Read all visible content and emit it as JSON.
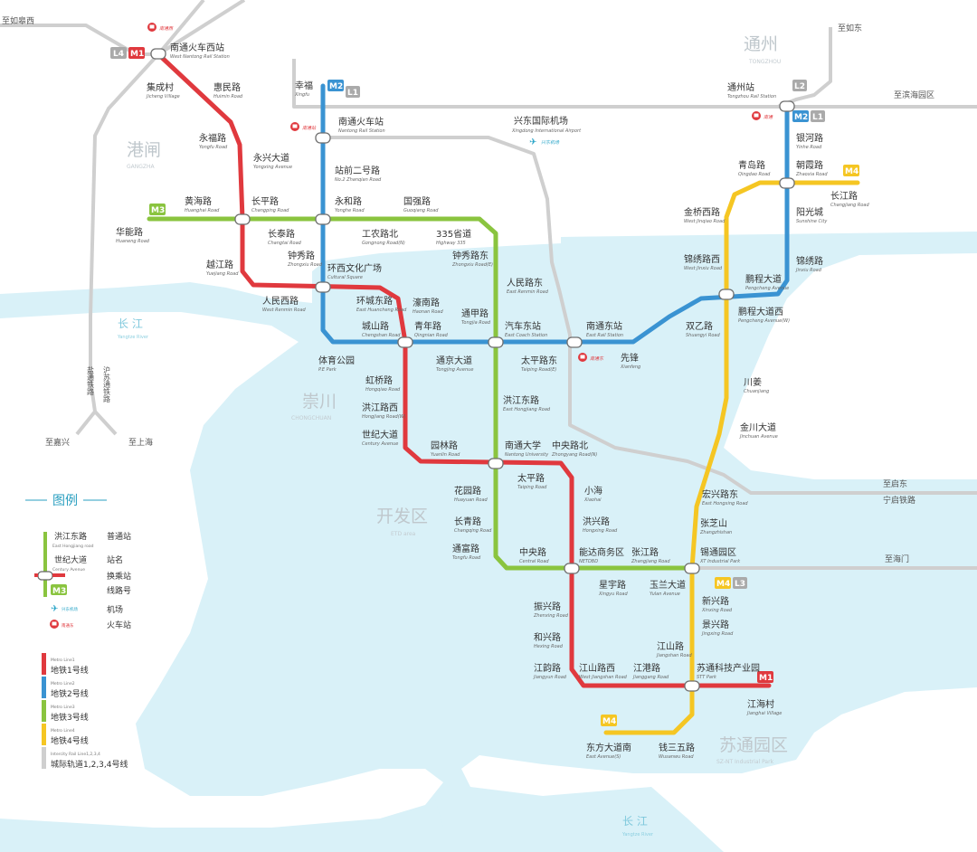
{
  "colors": {
    "line1": "#e0393e",
    "line2": "#3a93d2",
    "line3": "#8ac43f",
    "line4": "#f5c623",
    "intercity": "#cfcfcf",
    "water": "#d9f1f8",
    "river_text": "#7ec8dc"
  },
  "districts": [
    {
      "zh": "通州",
      "en": "TONGZHOU"
    },
    {
      "zh": "港闸",
      "en": "GANGZHA"
    },
    {
      "zh": "崇川",
      "en": "CHONGCHUAN"
    },
    {
      "zh": "开发区",
      "en": "ETD area"
    },
    {
      "zh": "苏通园区",
      "en": "SZ-NT Industrial Park"
    }
  ],
  "rivers": [
    {
      "zh": "长 江",
      "en": "Yangtze River"
    },
    {
      "zh": "长 江",
      "en": "Yangtze River"
    }
  ],
  "badges": {
    "l1": "M1",
    "l2": "M2",
    "l3": "M3",
    "l4": "M4",
    "i1": "L1",
    "i2": "L2",
    "i3": "L3",
    "i4": "L4"
  },
  "tails": [
    "至如皋西",
    "至如东",
    "至滨海园区",
    "至启东",
    "宁启铁路",
    "至海门",
    "至嘉兴",
    "至上海",
    "沪苏通铁路",
    "盐通铁路"
  ],
  "airport": {
    "zh": "兴东国际机场",
    "en": "Xingdong International Airport"
  },
  "mini_labels": [
    "南通西",
    "南通",
    "南通站",
    "兴东机场",
    "南通东"
  ],
  "stations": [
    {
      "zh": "南通火车西站",
      "en": "West Nantong Rail Station"
    },
    {
      "zh": "集成村",
      "en": "Jicheng Village"
    },
    {
      "zh": "惠民路",
      "en": "Huimin Road"
    },
    {
      "zh": "永福路",
      "en": "Yongfu Road"
    },
    {
      "zh": "永兴大道",
      "en": "Yongxing Avenue"
    },
    {
      "zh": "长平路",
      "en": "Changping Road"
    },
    {
      "zh": "越江路",
      "en": "Yuejiang Road"
    },
    {
      "zh": "人民西路",
      "en": "West Renmin Road"
    },
    {
      "zh": "幸福",
      "en": "Xingfu"
    },
    {
      "zh": "南通火车站",
      "en": "Nantong Rail Station"
    },
    {
      "zh": "站前二号路",
      "en": "No.2 Zhanqian Road"
    },
    {
      "zh": "永和路",
      "en": "Yonghe Road"
    },
    {
      "zh": "钟秀路",
      "en": "Zhongxiu Road"
    },
    {
      "zh": "环西文化广场",
      "en": "Cultural Square"
    },
    {
      "zh": "环城东路",
      "en": "East Huancheng Road"
    },
    {
      "zh": "城山路",
      "en": "Chengshan Road"
    },
    {
      "zh": "青年路",
      "en": "Qingnian Road"
    },
    {
      "zh": "濠南路",
      "en": "Haonan Road"
    },
    {
      "zh": "通甲路",
      "en": "Tongjia Road"
    },
    {
      "zh": "汽车东站",
      "en": "East Coach Station"
    },
    {
      "zh": "南通东站",
      "en": "East Rail Station"
    },
    {
      "zh": "先锋",
      "en": "Xianfeng"
    },
    {
      "zh": "双乙路",
      "en": "Shuangyi Road"
    },
    {
      "zh": "鹏程大道",
      "en": "Pengcheng Avenue"
    },
    {
      "zh": "鹏程大道西",
      "en": "Pengcheng Avenue(W)"
    },
    {
      "zh": "锦绣路西",
      "en": "West Jinxiu Road"
    },
    {
      "zh": "金桥西路",
      "en": "West Jinqiao Road"
    },
    {
      "zh": "青岛路",
      "en": "Qingdao Road"
    },
    {
      "zh": "朝霞路",
      "en": "Zhaoxia Road"
    },
    {
      "zh": "长江路",
      "en": "Changjiang Road"
    },
    {
      "zh": "阳光城",
      "en": "Sunshine City"
    },
    {
      "zh": "锦绣路",
      "en": "Jinxiu Road"
    },
    {
      "zh": "银河路",
      "en": "Yinhe Road"
    },
    {
      "zh": "通州站",
      "en": "Tongzhou Rail Station"
    },
    {
      "zh": "黄海路",
      "en": "Huanghai Road"
    },
    {
      "zh": "华能路",
      "en": "Huaneng Road"
    },
    {
      "zh": "长泰路",
      "en": "Changtai Road"
    },
    {
      "zh": "工农路北",
      "en": "Gongnong Road(N)"
    },
    {
      "zh": "国强路",
      "en": "Guoqiang Road"
    },
    {
      "zh": "335省道",
      "en": "Highway 335"
    },
    {
      "zh": "钟秀路东",
      "en": "Zhongxiu Road(E)"
    },
    {
      "zh": "人民路东",
      "en": "East Renmin Road"
    },
    {
      "zh": "体育公园",
      "en": "P.E Park"
    },
    {
      "zh": "通京大道",
      "en": "Tongjing Avenue"
    },
    {
      "zh": "太平路东",
      "en": "Taiping Road(E)"
    },
    {
      "zh": "虹桥路",
      "en": "Hongqiao Road"
    },
    {
      "zh": "洪江路西",
      "en": "Hongjiang Road(W)"
    },
    {
      "zh": "世纪大道",
      "en": "Century Avenue"
    },
    {
      "zh": "园林路",
      "en": "Yuanlin Road"
    },
    {
      "zh": "洪江东路",
      "en": "East Hongjiang Road"
    },
    {
      "zh": "南通大学",
      "en": "Nantong University"
    },
    {
      "zh": "中央路北",
      "en": "Zhongyang Road(N)"
    },
    {
      "zh": "太平路",
      "en": "Taiping Road"
    },
    {
      "zh": "花园路",
      "en": "Huayuan Road"
    },
    {
      "zh": "长青路",
      "en": "Changqing Road"
    },
    {
      "zh": "通富路",
      "en": "Tongfu Road"
    },
    {
      "zh": "中央路",
      "en": "Central Road"
    },
    {
      "zh": "小海",
      "en": "Xiaohai"
    },
    {
      "zh": "洪兴路",
      "en": "Hongxing Road"
    },
    {
      "zh": "能达商务区",
      "en": "NETDBD"
    },
    {
      "zh": "张江路",
      "en": "Zhangjiang Road"
    },
    {
      "zh": "星宇路",
      "en": "Xingyu Road"
    },
    {
      "zh": "玉兰大道",
      "en": "Yulan Avenue"
    },
    {
      "zh": "振兴路",
      "en": "Zhenxing Road"
    },
    {
      "zh": "和兴路",
      "en": "Hexing Road"
    },
    {
      "zh": "江韵路",
      "en": "Jiangyun Road"
    },
    {
      "zh": "江山路西",
      "en": "West Jiangshan Road"
    },
    {
      "zh": "江港路",
      "en": "Jianggang Road"
    },
    {
      "zh": "江山路",
      "en": "Jiangshan Road"
    },
    {
      "zh": "苏通科技产业园",
      "en": "STT Park"
    },
    {
      "zh": "江海村",
      "en": "Jianghai Village"
    },
    {
      "zh": "锡通园区",
      "en": "XT Industrial Park"
    },
    {
      "zh": "张芝山",
      "en": "Zhangzhishan"
    },
    {
      "zh": "宏兴路东",
      "en": "East Hongxing Road"
    },
    {
      "zh": "新兴路",
      "en": "Xinxing Road"
    },
    {
      "zh": "景兴路",
      "en": "Jingxing Road"
    },
    {
      "zh": "金川大道",
      "en": "Jinchuan Avenue"
    },
    {
      "zh": "川姜",
      "en": "Chuanjiang"
    },
    {
      "zh": "东方大道南",
      "en": "East Avenue(S)"
    },
    {
      "zh": "钱三五路",
      "en": "Wusanwu Road"
    }
  ],
  "legend": {
    "title": "图例",
    "sample_station": {
      "zh": "洪江东路",
      "en": "East Hongjiang road"
    },
    "sample_name": {
      "zh": "世纪大道",
      "en": "Century Avenue"
    },
    "items": [
      "普通站",
      "站名",
      "换乘站",
      "线路号",
      "机场",
      "火车站"
    ],
    "airport_icon": "兴东机场",
    "rail_icon": "南通东",
    "lines": [
      {
        "en": "Metro Line1",
        "zh": "地铁1号线"
      },
      {
        "en": "Metro Line2",
        "zh": "地铁2号线"
      },
      {
        "en": "Metro Line3",
        "zh": "地铁3号线"
      },
      {
        "en": "Metro Line4",
        "zh": "地铁4号线"
      },
      {
        "en": "Intercity Rail Line1,2,3,4",
        "zh": "城际轨道1,2,3,4号线"
      }
    ]
  }
}
